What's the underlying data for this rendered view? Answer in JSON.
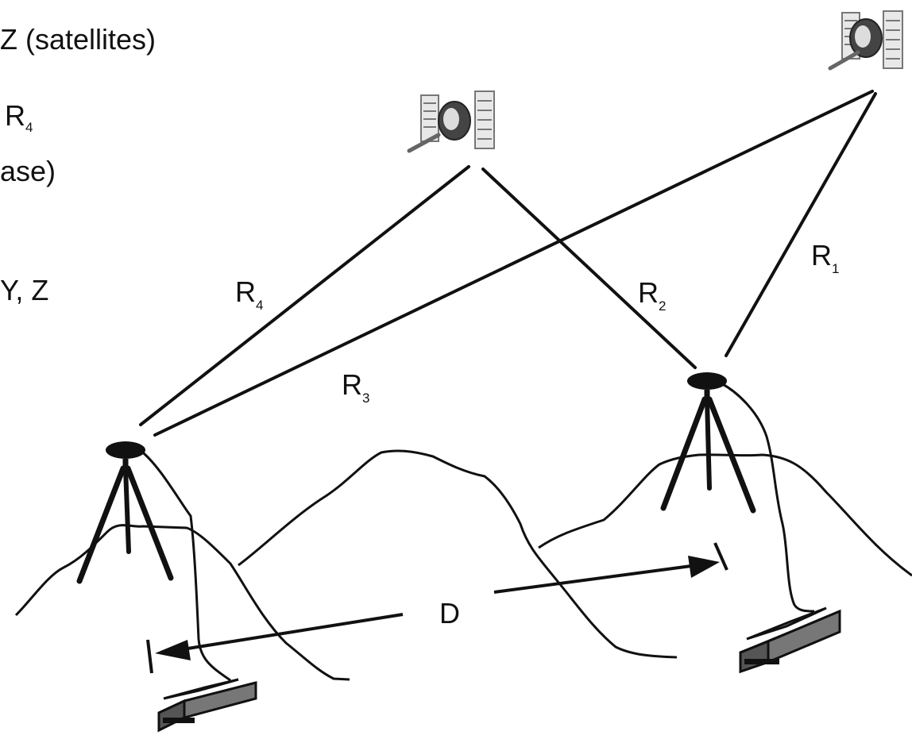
{
  "left_text": {
    "line1": "Z (satellites)",
    "line2_main": "R",
    "line2_sub": "4",
    "line3": "ase)",
    "line4": "Y, Z"
  },
  "ranges": [
    {
      "main": "R",
      "sub": "1"
    },
    {
      "main": "R",
      "sub": "2"
    },
    {
      "main": "R",
      "sub": "3"
    },
    {
      "main": "R",
      "sub": "4"
    }
  ],
  "baseline_label": "D",
  "icons": [
    "satellite-icon",
    "tripod-antenna-icon",
    "gps-receiver-icon"
  ]
}
